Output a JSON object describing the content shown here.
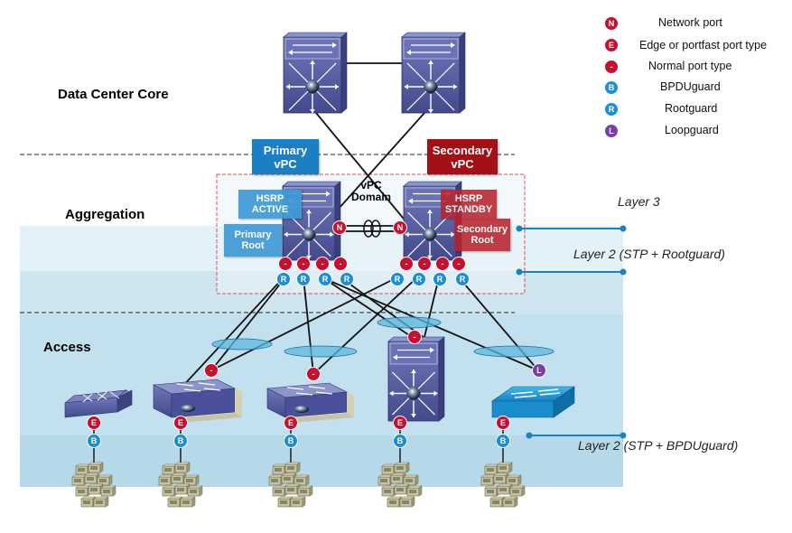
{
  "sections": {
    "core": "Data Center Core",
    "aggregation": "Aggregation",
    "access": "Access"
  },
  "layers": {
    "layer3": "Layer 3",
    "layer2_rootguard": "Layer 2 (STP + Rootguard)",
    "layer2_bpduguard": "Layer 2 (STP + BPDUguard)"
  },
  "vpc": {
    "primary_line1": "Primary",
    "primary_line2": "vPC",
    "secondary_line1": "Secondary",
    "secondary_line2": "vPC",
    "domain_line1": "vPC",
    "domain_line2": "Domain"
  },
  "hsrp": {
    "active_line1": "HSRP",
    "active_line2": "ACTIVE",
    "standby_line1": "HSRP",
    "standby_line2": "STANDBY",
    "primary_root_line1": "Primary",
    "primary_root_line2": "Root",
    "secondary_root_line1": "Secondary",
    "secondary_root_line2": "Root"
  },
  "legend": [
    {
      "badge": "N",
      "text": "Network port",
      "color": "#c8102e"
    },
    {
      "badge": "E",
      "text": "Edge or portfast port type",
      "color": "#c8102e"
    },
    {
      "badge": "-",
      "text": "Normal port type",
      "color": "#c8102e"
    },
    {
      "badge": "B",
      "text": "BPDUguard",
      "color": "#1b8fd1"
    },
    {
      "badge": "R",
      "text": "Rootguard",
      "color": "#1b8fd1"
    },
    {
      "badge": "L",
      "text": "Loopguard",
      "color": "#7b3fa8"
    }
  ],
  "badges": {
    "network": "N",
    "edge": "E",
    "normal": "-",
    "bpduguard": "B",
    "rootguard": "R",
    "loopguard": "L"
  },
  "colors": {
    "red": "#c8102e",
    "blue": "#1b8fd1",
    "purple": "#7b3fa8",
    "primary_vpc": "#1a7fc4",
    "secondary_vpc": "#a50f16",
    "band_light": "#e3f1f8",
    "band_mid": "#c5e2ee",
    "switch_blue": "#5a64a8"
  }
}
